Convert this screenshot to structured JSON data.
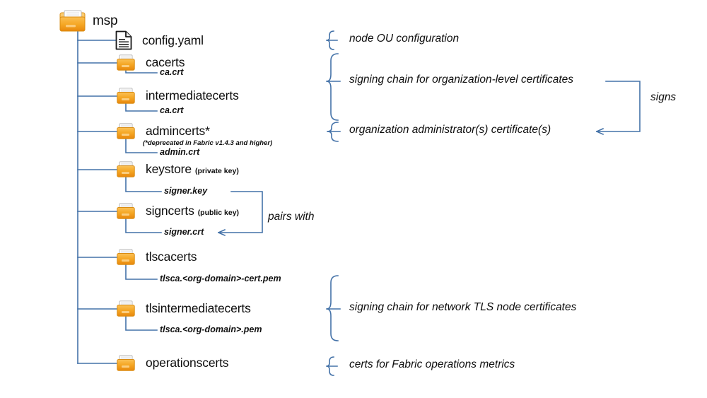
{
  "diagram": {
    "title": "msp",
    "root": {
      "label": "msp",
      "icon": "open-folder-icon"
    },
    "line_color": "#4472a8",
    "folder_color": "#f0a02a",
    "nodes": [
      {
        "label": "config.yaml",
        "icon": "document-icon",
        "qualifier": "",
        "subnote": "",
        "children": []
      },
      {
        "label": "cacerts",
        "icon": "folder-icon",
        "qualifier": "",
        "subnote": "",
        "children": [
          "ca.crt"
        ]
      },
      {
        "label": "intermediatecerts",
        "icon": "folder-icon",
        "qualifier": "",
        "subnote": "",
        "children": [
          "ca.crt"
        ]
      },
      {
        "label": "admincerts*",
        "icon": "folder-icon",
        "qualifier": "",
        "subnote": "(*deprecated in Fabric v1.4.3 and higher)",
        "children": [
          "admin.crt"
        ]
      },
      {
        "label": "keystore",
        "icon": "folder-icon",
        "qualifier": "(private key)",
        "subnote": "",
        "children": [
          "signer.key"
        ]
      },
      {
        "label": "signcerts",
        "icon": "folder-icon",
        "qualifier": "(public key)",
        "subnote": "",
        "children": [
          "signer.crt"
        ]
      },
      {
        "label": "tlscacerts",
        "icon": "folder-icon",
        "qualifier": "",
        "subnote": "",
        "children": [
          "tlsca.<org-domain>-cert.pem"
        ]
      },
      {
        "label": "tlsintermediatecerts",
        "icon": "folder-icon",
        "qualifier": "",
        "subnote": "",
        "children": [
          "tlsca.<org-domain>.pem"
        ]
      },
      {
        "label": "operationscerts",
        "icon": "folder-icon",
        "qualifier": "",
        "subnote": "",
        "children": []
      }
    ],
    "annotations": [
      {
        "text": "node OU configuration",
        "covers": [
          "config.yaml"
        ]
      },
      {
        "text": "signing chain for organization-level certificates",
        "covers": [
          "cacerts",
          "intermediatecerts"
        ]
      },
      {
        "text": "organization administrator(s) certificate(s)",
        "covers": [
          "admincerts*"
        ]
      },
      {
        "text": "signing chain for network TLS node certificates",
        "covers": [
          "tlscacerts",
          "tlsintermediatecerts"
        ]
      },
      {
        "text": "certs for Fabric operations metrics",
        "covers": [
          "operationscerts"
        ]
      }
    ],
    "relations": [
      {
        "label": "signs",
        "from": "signing chain for organization-level certificates",
        "to": "organization administrator(s) certificate(s)"
      },
      {
        "label": "pairs with",
        "from": "signer.key",
        "to": "signer.crt"
      }
    ]
  }
}
